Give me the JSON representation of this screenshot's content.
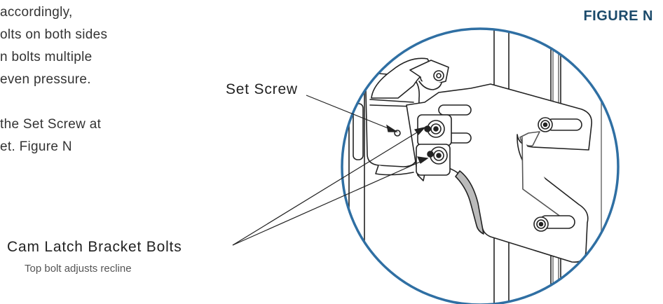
{
  "body_text": {
    "para1": [
      "accordingly,",
      "olts on both sides",
      "n bolts multiple",
      "even pressure."
    ],
    "para2": [
      "the Set Screw at",
      "et. Figure N"
    ]
  },
  "figure": {
    "label": "FIGURE N",
    "callout_set_screw": "Set Screw",
    "callout_cam_latch": "Cam Latch Bracket Bolts",
    "caption": "Top bolt adjusts recline"
  },
  "colors": {
    "figure_label": "#1b4a6b",
    "circle_stroke": "#2f6fa3",
    "line_art": "#222222"
  }
}
